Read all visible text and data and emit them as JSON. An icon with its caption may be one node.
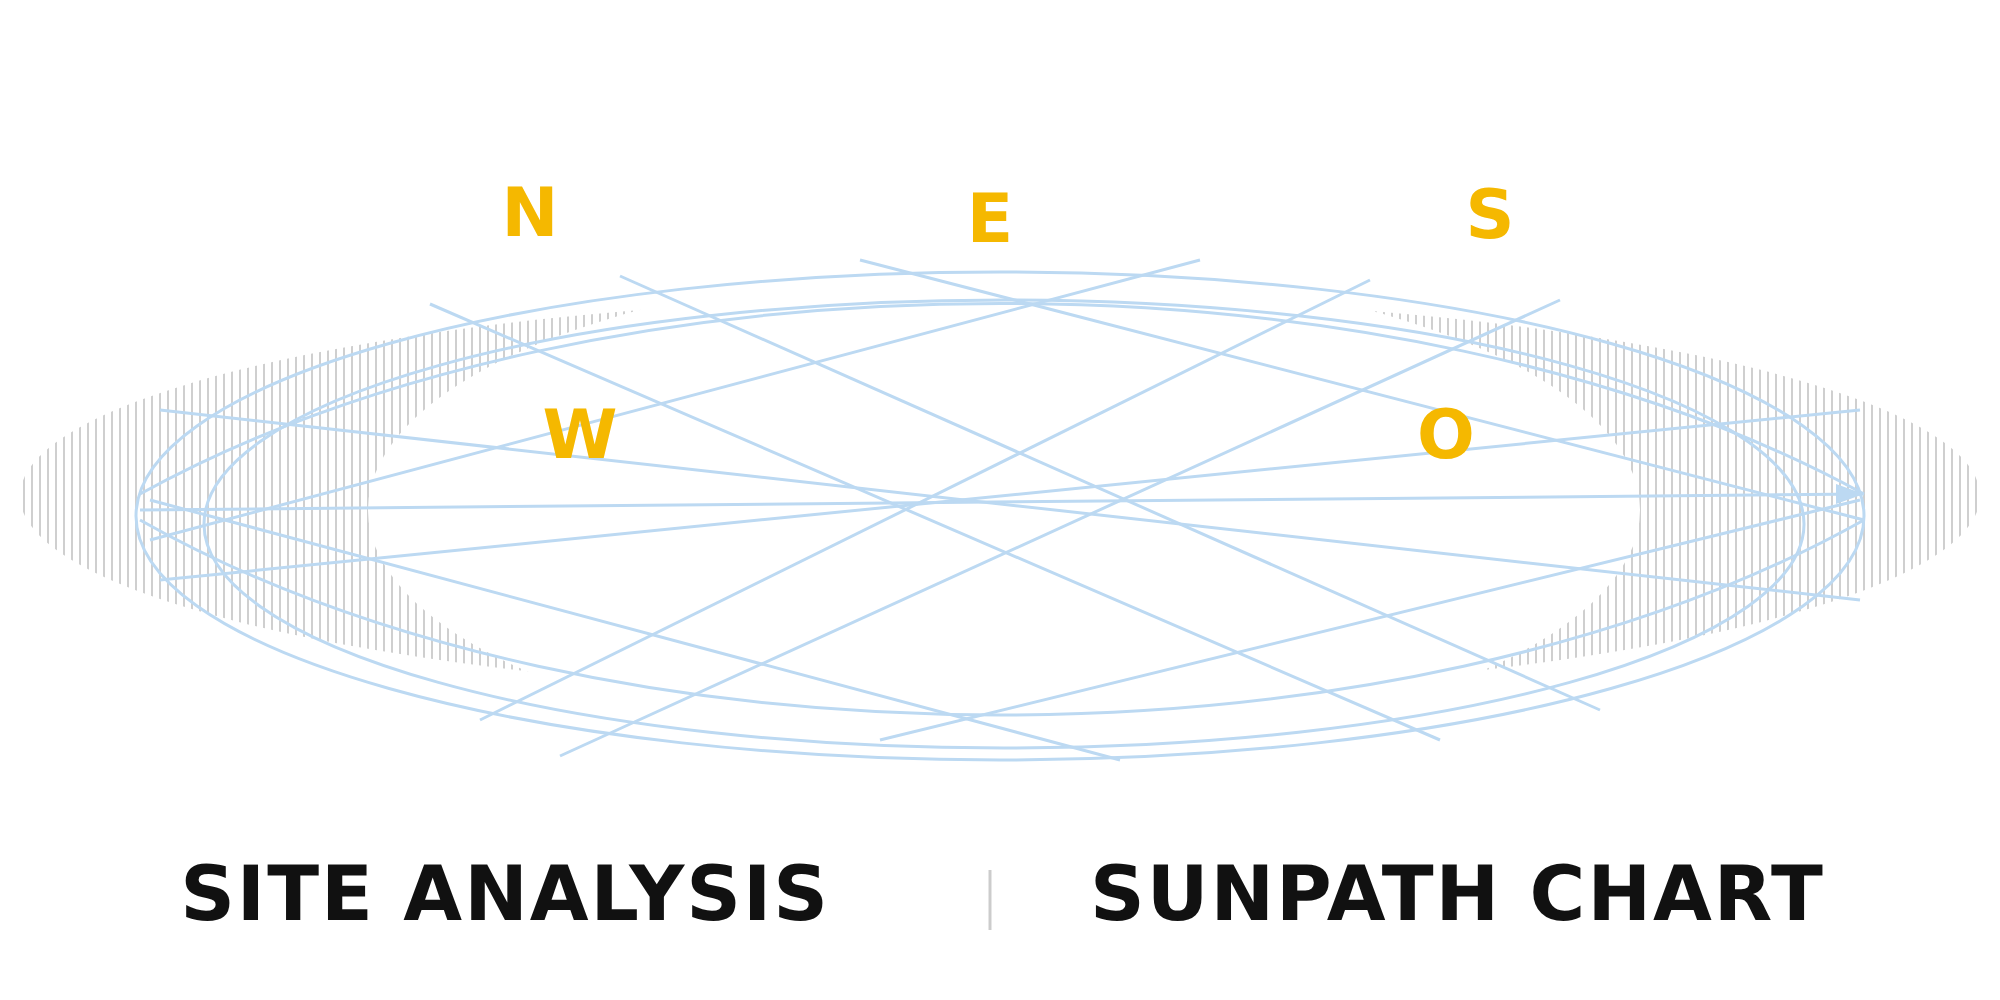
{
  "diagram": {
    "labels": [
      "N",
      "E",
      "S",
      "W",
      "O",
      "SITE ANALYSIS",
      "SUNPATH CHART"
    ]
  }
}
